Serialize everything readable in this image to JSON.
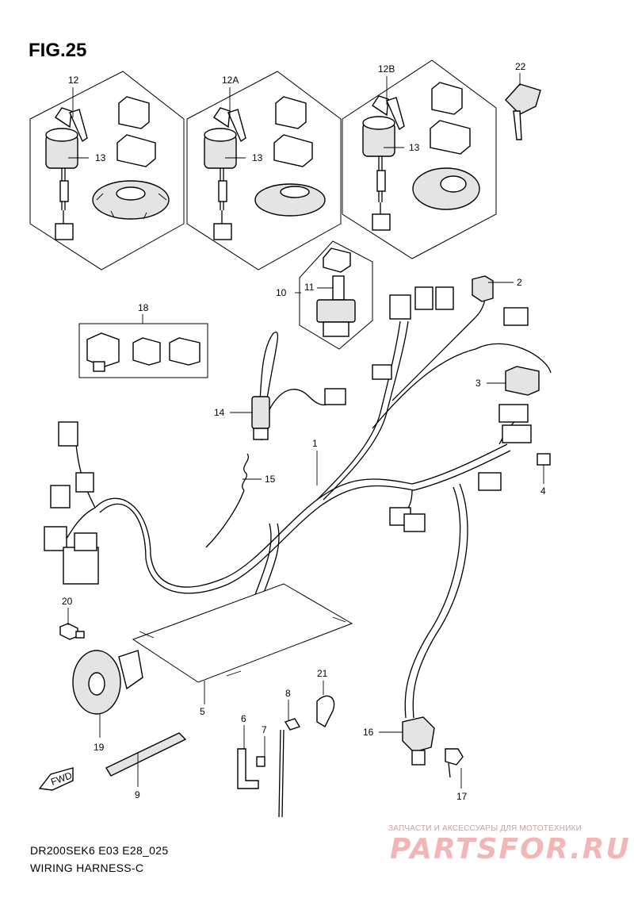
{
  "figure": {
    "title": "FIG.25",
    "code": "DR200SEK6 E03 E28_025",
    "name": "WIRING HARNESS-C"
  },
  "callouts": {
    "p12": "12",
    "p12a": "12A",
    "p12b": "12B",
    "p22": "22",
    "p13a": "13",
    "p13b": "13",
    "p13c": "13",
    "p10": "10",
    "p11": "11",
    "p18": "18",
    "p2": "2",
    "p3": "3",
    "p4": "4",
    "p14": "14",
    "p15": "15",
    "p1": "1",
    "p20": "20",
    "p5": "5",
    "p19": "19",
    "p6": "6",
    "p7": "7",
    "p8": "8",
    "p9": "9",
    "p21": "21",
    "p16": "16",
    "p17": "17"
  },
  "fwd_label": "FWD",
  "watermark": {
    "tagline": "ЗАПЧАСТИ И АКСЕССУАРЫ ДЛЯ МОТОТЕХНИКИ",
    "brand": "PARTSFOR.RU",
    "color": "#f2b6b6"
  }
}
